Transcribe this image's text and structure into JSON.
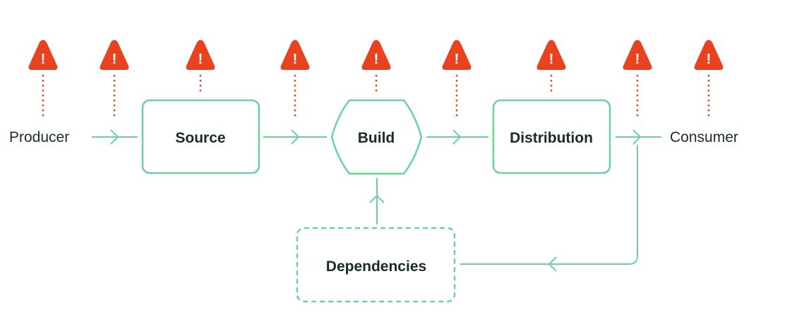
{
  "labels": {
    "producer": "Producer",
    "consumer": "Consumer"
  },
  "nodes": {
    "source": "Source",
    "build": "Build",
    "distribution": "Distribution",
    "dependencies": "Dependencies"
  },
  "warning_mark": "!",
  "threat_count": 9,
  "colors": {
    "node_stroke": "#6ad39b",
    "warning": "#e8421e",
    "text": "#1c2b2a"
  },
  "icons": [
    "warning-triangle-icon",
    "arrow-right-icon",
    "arrow-up-icon",
    "arrow-left-icon"
  ]
}
